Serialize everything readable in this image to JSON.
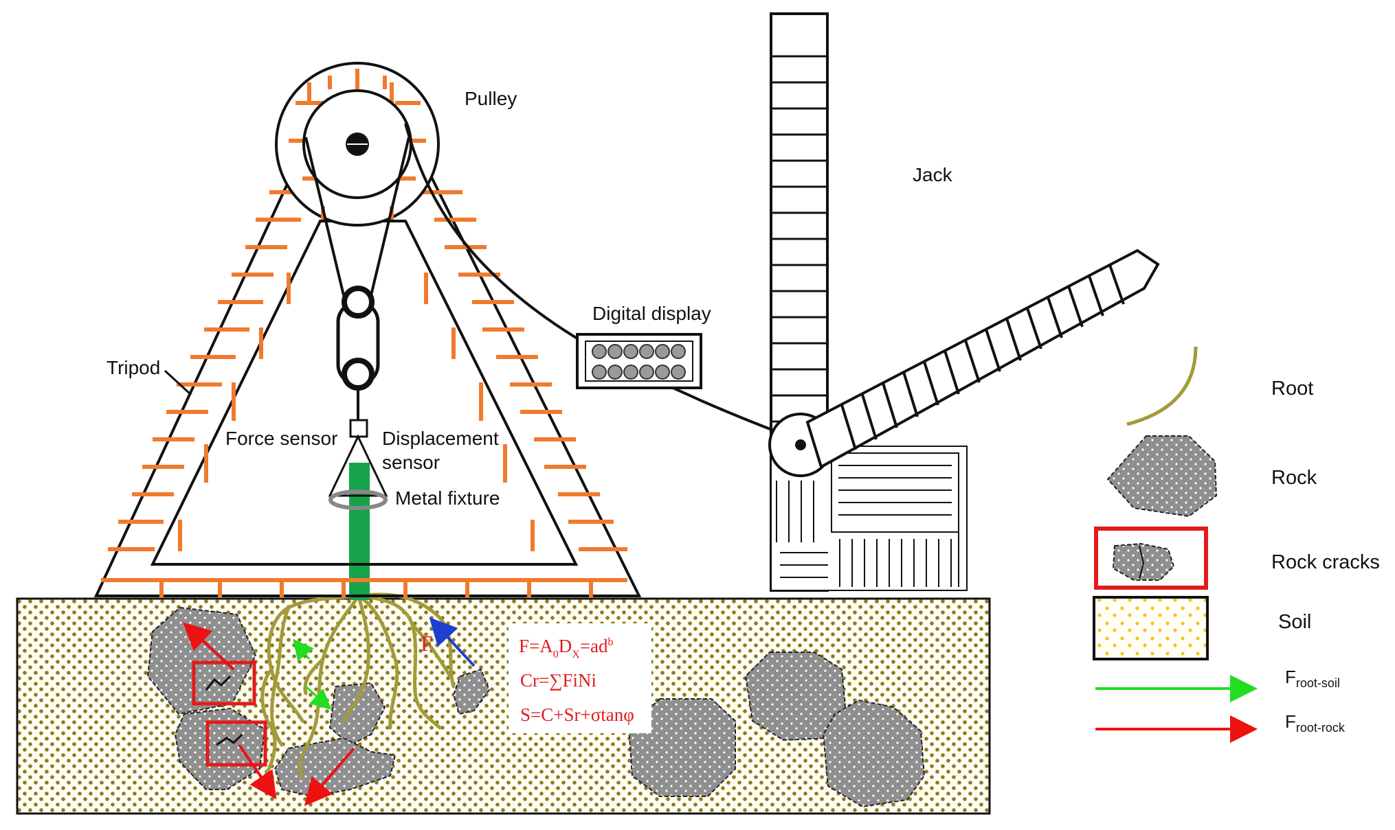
{
  "labels": {
    "pulley": "Pulley",
    "jack": "Jack",
    "digital_display": "Digital display",
    "tripod": "Tripod",
    "force_sensor": "Force sensor",
    "displacement_1": "Displacement",
    "displacement_2": "sensor",
    "metal_fixture": "Metal fixture",
    "force_f": "F"
  },
  "formulas": {
    "f1_a": "F=A",
    "f1_sub0": "0",
    "f1_b": "D",
    "f1_subx": "X",
    "f1_c": "=ad",
    "f1_sup": "b",
    "f2": "Cr=∑FiNi",
    "f3": "S=C+Sr+σtanφ"
  },
  "legend": {
    "root": "Root",
    "rock": "Rock",
    "rock_cracks": "Rock cracks",
    "soil": "Soil",
    "f_root_soil_main": "F",
    "f_root_soil_sub": "root-soil",
    "f_root_rock_main": "F",
    "f_root_rock_sub": "root-rock"
  },
  "colors": {
    "tripod_brace": "#f07a2e",
    "root": "#a39a3a",
    "rock": "#8f8f8f",
    "soil_dots": "#8a7a22",
    "plant_stem": "#16a34a",
    "arrow_soil": "#22dd22",
    "arrow_rock": "#ee1111",
    "crack_box": "#e21b1b",
    "arrow_blue": "#1f3fd0"
  }
}
